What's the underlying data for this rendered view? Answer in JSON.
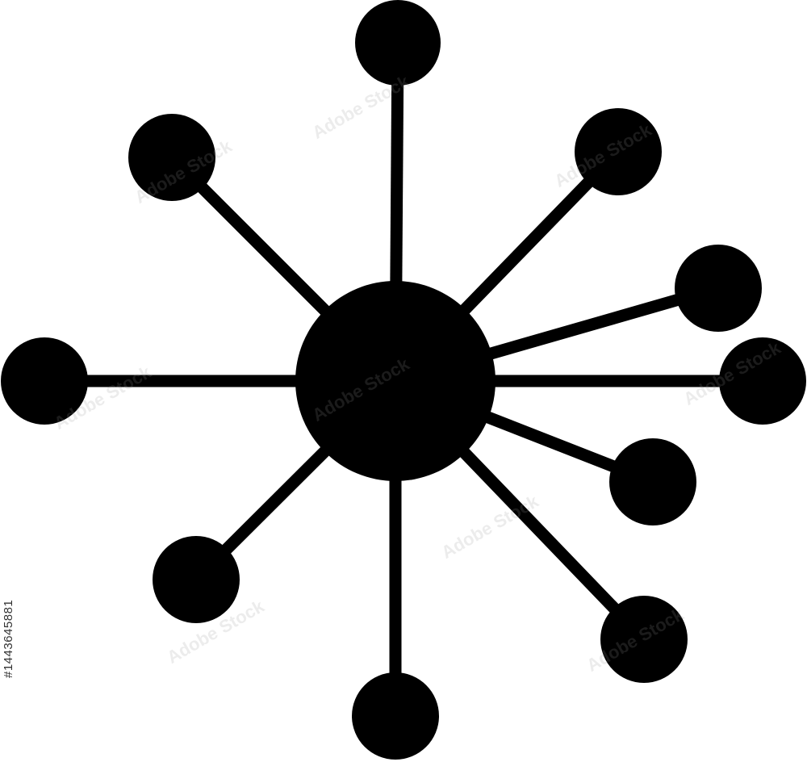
{
  "graphic": {
    "icon_name": "network-hub-icon",
    "fill_color": "#000000",
    "background_color": "#ffffff",
    "hub": {
      "name": "hub-node"
    },
    "spokes": [
      {
        "name": "spoke-top"
      },
      {
        "name": "spoke-top-left"
      },
      {
        "name": "spoke-top-right"
      },
      {
        "name": "spoke-right-upper"
      },
      {
        "name": "spoke-right"
      },
      {
        "name": "spoke-right-lower"
      },
      {
        "name": "spoke-bottom-right"
      },
      {
        "name": "spoke-bottom"
      },
      {
        "name": "spoke-bottom-left"
      },
      {
        "name": "spoke-left"
      }
    ]
  },
  "watermark": {
    "text": "Adobe Stock",
    "stock_id": "#1443645881"
  }
}
